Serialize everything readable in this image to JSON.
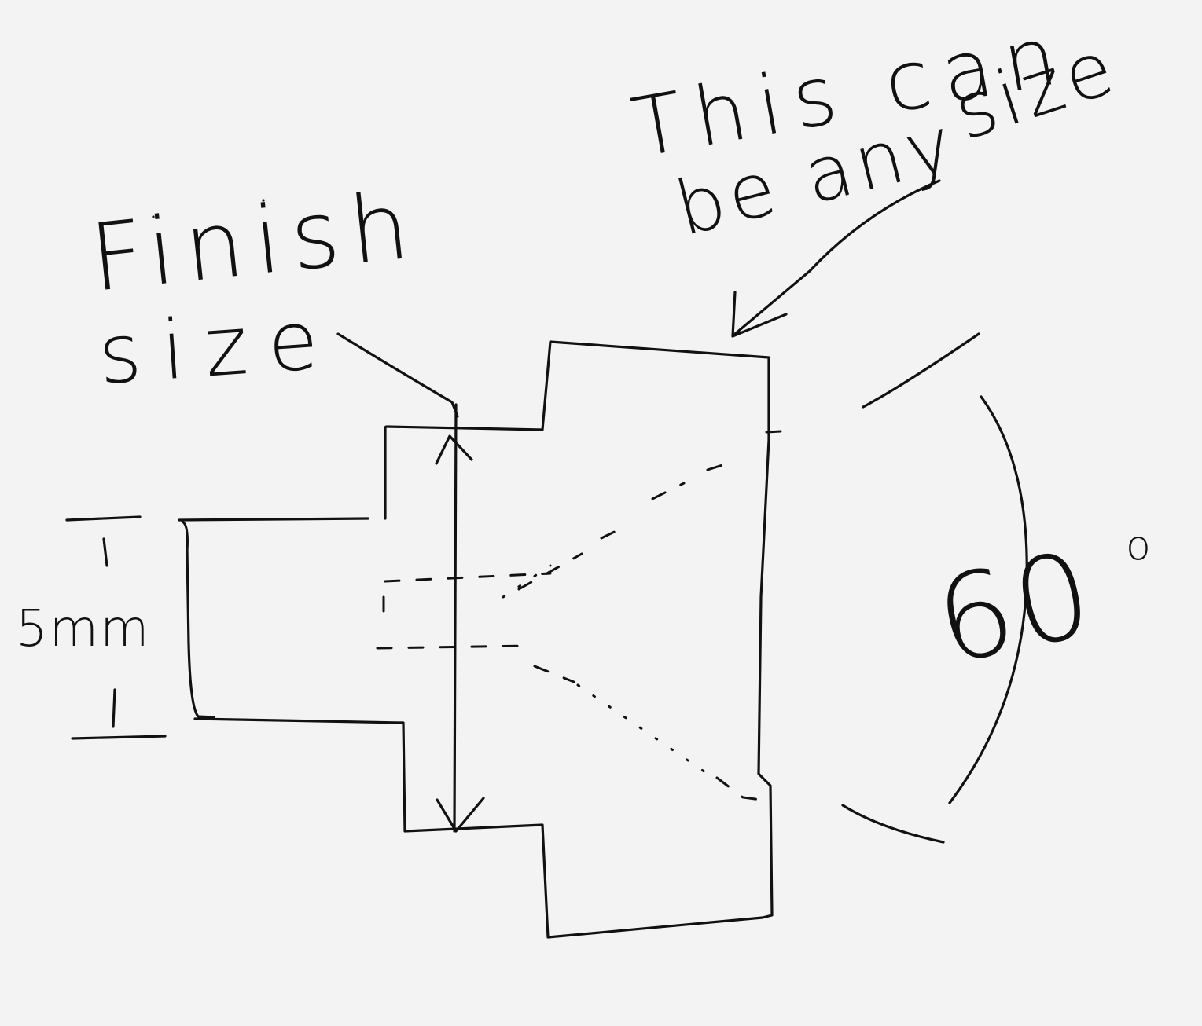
{
  "labels": {
    "finish_line1": "Finish",
    "finish_line2": "size",
    "note_line1": "This can",
    "note_line2a": "be any",
    "note_line2b": "size",
    "dimension": "5mm",
    "angle_value": "60",
    "angle_unit": "o"
  },
  "colors": {
    "ink": "#111111",
    "paper": "#f3f3f3"
  }
}
